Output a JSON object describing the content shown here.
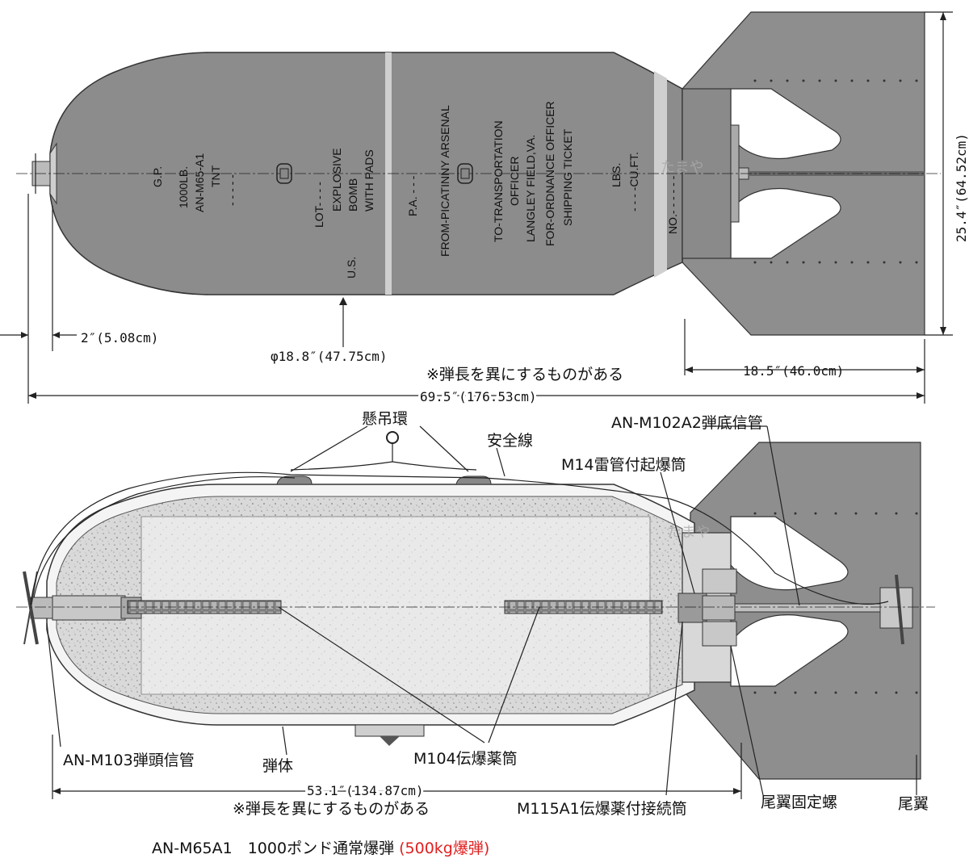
{
  "top_view": {
    "markings": {
      "col1": [
        "G.P.",
        "1000LB.",
        "AN-M65-A1",
        "TNT",
        "- - - - -"
      ],
      "col2": [
        "LOT- - - -",
        "EXPLOSIVE",
        "BOMB",
        "WITH PADS"
      ],
      "col2_us": "U.S.",
      "col3": [
        "P.A.  - - -",
        "FROM-PICATINNY  ARSENAL"
      ],
      "col4": [
        "TO-TRANSPORTATION",
        "OFFICER",
        "LANGLEY  FIELD,VA.",
        "FOR-ORDNANCE  OFFICER",
        "SHIPPING  TICKET"
      ],
      "col5": [
        "LBS.",
        "- -  - -CU.FT.",
        "NO.- - - - - -"
      ]
    },
    "dimensions": {
      "nose": "2″(5.08cm)",
      "diameter": "φ18.8″(47.75cm)",
      "tail": "18.5″(46.0cm)",
      "span": "25.4″(64.52cm)",
      "length": "69.5″(176.53cm)",
      "note": "※弾長を異にするものがある"
    },
    "watermark": "たまや"
  },
  "bottom_view": {
    "labels": {
      "suspension_lug": "懸吊環",
      "safety_wire": "安全線",
      "tail_fuze": "AN-M102A2弾底信管",
      "booster": "M14雷管付起爆筒",
      "nose_fuze": "AN-M103弾頭信管",
      "body": "弾体",
      "burster_tube": "M104伝爆薬筒",
      "adapter": "M115A1伝爆薬付接続筒",
      "fin_lock_nut": "尾翼固定螺",
      "fin": "尾翼"
    },
    "dimensions": {
      "body_length": "53.1″(134.87cm)",
      "note": "※弾長を異にするものがある"
    },
    "watermark": "たまや"
  },
  "title": {
    "main": "AN-M65A1　1000ポンド通常爆弾",
    "sub": "(500kg爆弾)",
    "sub_color": "#e02020"
  }
}
